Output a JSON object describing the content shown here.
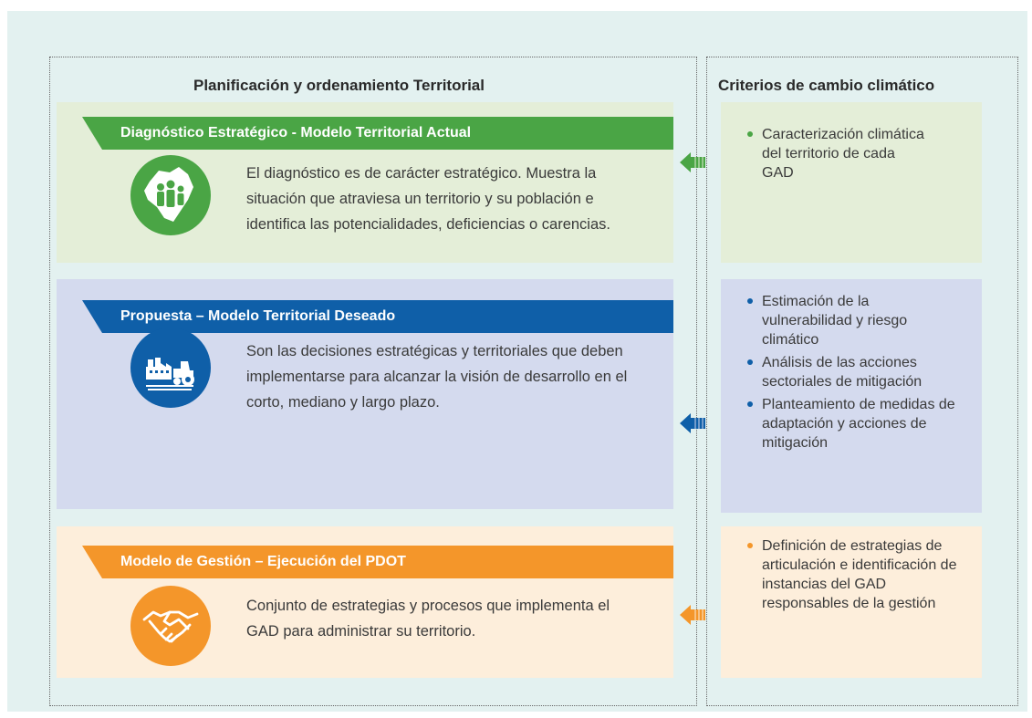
{
  "columns": {
    "left_title": "Planificación y ordenamiento Territorial",
    "right_title": "Criterios de cambio climático"
  },
  "stages": [
    {
      "title": "Diagnóstico Estratégico - Modelo Territorial Actual",
      "description": "El diagnóstico es de carácter estratégico. Muestra la situación que atraviesa un territorio y su población e identifica las potencialidades, deficiencias o carencias.",
      "icon": "people-map-icon",
      "color": "#4aa545",
      "criteria": [
        "Caracterización climática del territorio de cada GAD"
      ]
    },
    {
      "title": "Propuesta – Modelo Territorial Deseado",
      "description": "Son las decisiones estratégicas y territoriales que deben implementarse para alcanzar la visión de desarrollo en el corto, mediano y largo plazo.",
      "icon": "factory-tractor-icon",
      "color": "#0f5fa8",
      "criteria": [
        "Estimación de la vulnerabilidad y riesgo climático",
        "Análisis de las acciones sectoriales de mitigación",
        "Planteamiento de medidas de adaptación y acciones de mitigación"
      ]
    },
    {
      "title": "Modelo de Gestión – Ejecución del PDOT",
      "description": "Conjunto de estrategias y procesos que implementa el GAD para administrar su territorio.",
      "icon": "handshake-icon",
      "color": "#f4962a",
      "criteria": [
        "Definición de estrategias de articulación e identificación de instancias del GAD responsables de la gestión"
      ]
    }
  ]
}
